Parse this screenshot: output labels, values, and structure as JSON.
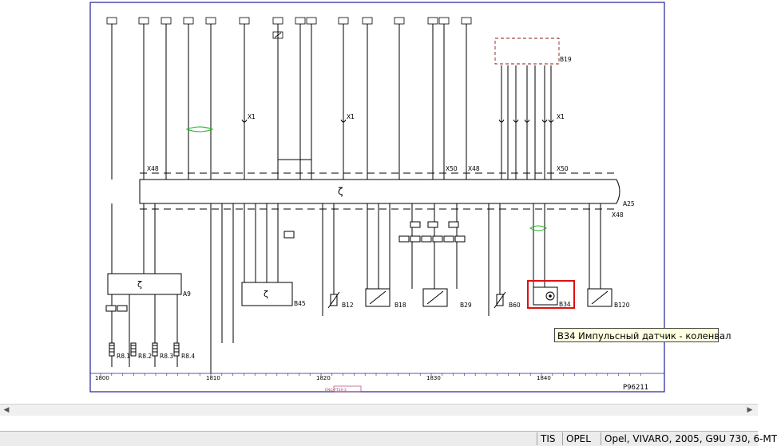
{
  "diagram": {
    "drawing_id": "P96211",
    "footer_code": "ENG-FT20-3",
    "connectors": {
      "x48": "X48",
      "x50": "X50",
      "x1": "X1",
      "x48b": "X48",
      "x50b": "X50"
    },
    "components": {
      "a25": "A25",
      "a9": "A9",
      "b45": "B45",
      "b12": "B12",
      "b18": "B18",
      "b29": "B29",
      "b60": "B60",
      "b34": "B34",
      "b120": "B120",
      "b19": "B19",
      "r81": "R8.1",
      "r82": "R8.2",
      "r83": "R8.3",
      "r84": "R8.4"
    },
    "grid_numbers": {
      "n1800": "1800",
      "n1810": "1810",
      "n1820": "1820",
      "n1830": "1830",
      "n1840": "1840"
    }
  },
  "tooltip": {
    "text": "B34 Импульсный датчик - коленвал"
  },
  "status_bar": {
    "tis": "TIS",
    "brand": "OPEL",
    "vehicle": "Opel, VIVARO, 2005, G9U 730, 6-MT"
  }
}
